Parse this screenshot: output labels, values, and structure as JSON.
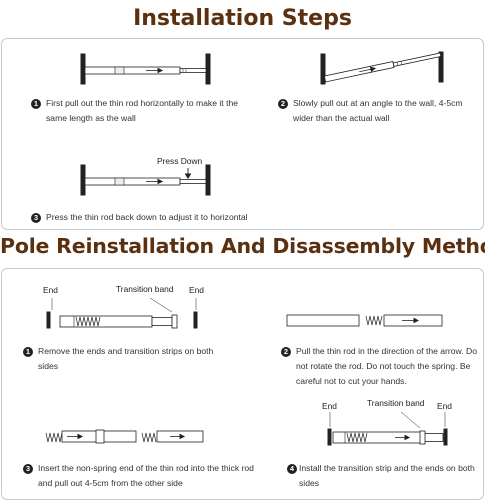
{
  "installation": {
    "title": "Installation Steps",
    "steps": [
      {
        "num": "1",
        "text": "First pull out the thin rod horizontally to make it the same length as the wall"
      },
      {
        "num": "2",
        "text": "Slowly pull out at an angle to the wall, 4-5cm wider than the actual wall"
      },
      {
        "num": "3",
        "text": "Press the thin rod back down to adjust it to horizontal"
      }
    ],
    "press_down_label": "Press Down"
  },
  "reinstall": {
    "title": "Pole Reinstallation And Disassembly Method",
    "steps": [
      {
        "num": "1",
        "text": "Remove the ends and transition strips on both sides"
      },
      {
        "num": "2",
        "text": "Pull the thin rod in the direction of the arrow. Do not rotate the rod. Do not touch the spring. Be careful not to cut your hands."
      },
      {
        "num": "3",
        "text": "Insert the non-spring end of the thin rod into the thick rod and pull out 4-5cm from the other side"
      },
      {
        "num": "4",
        "text": "Install the transition strip and the ends on both sides"
      }
    ],
    "labels": {
      "end": "End",
      "transition_band": "Transition band"
    }
  },
  "colors": {
    "title": "#5a3010",
    "panel_border": "#c9c9c9",
    "ink": "#222222"
  }
}
